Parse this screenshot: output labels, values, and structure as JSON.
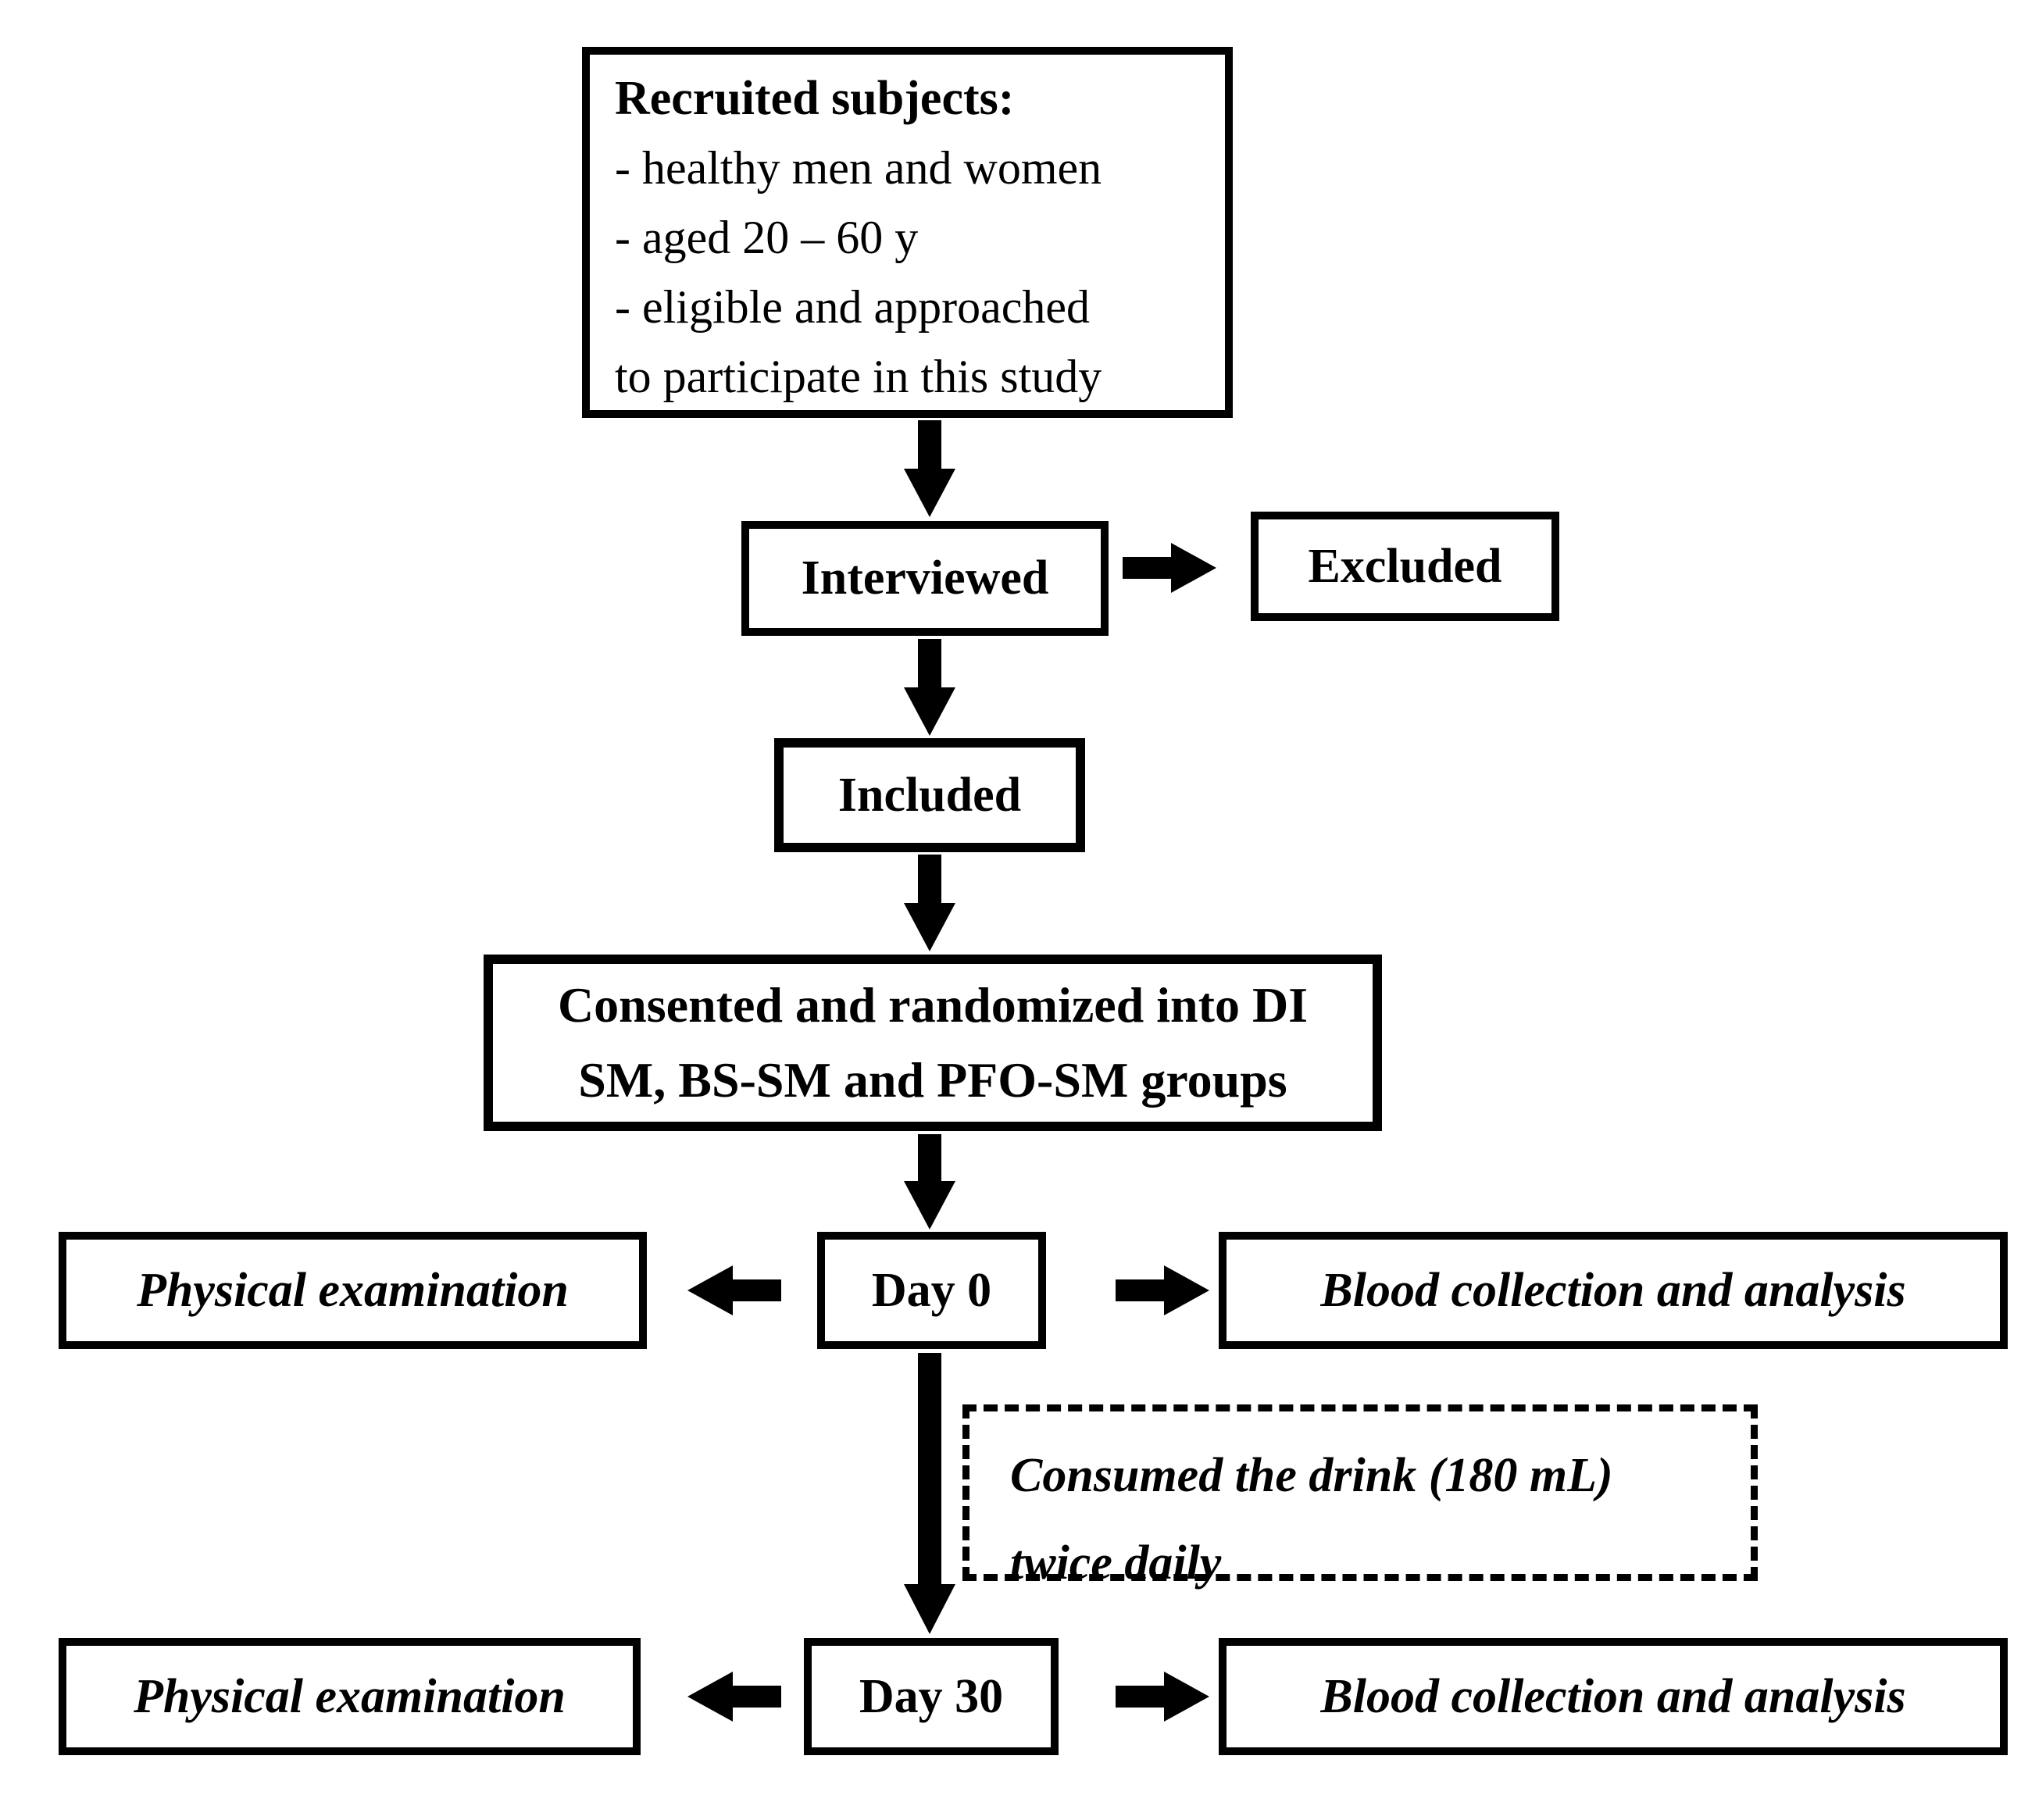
{
  "flowchart": {
    "title_hint": "Study recruitment and intervention flow diagram",
    "colors": {
      "line": "#000000",
      "background": "#ffffff"
    },
    "recruited": {
      "title": "Recruited subjects:",
      "lines": [
        "- healthy men and women",
        "- aged 20 – 60 y",
        "- eligible and approached",
        "to participate in this study"
      ]
    },
    "interviewed_label": "Interviewed",
    "excluded_label": "Excluded",
    "included_label": "Included",
    "consented": {
      "lines": [
        "Consented and randomized into DI",
        "SM, BS-SM and PFO-SM groups"
      ]
    },
    "day0_label": "Day 0",
    "day30_label": "Day 30",
    "physical_exam_label": "Physical examination",
    "blood_label": "Blood collection and analysis",
    "consumed": {
      "lines": [
        "Consumed the drink (180 mL)",
        "twice daily"
      ]
    }
  }
}
